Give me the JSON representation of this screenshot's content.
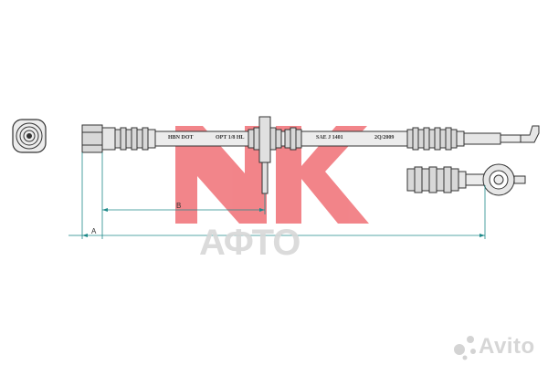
{
  "colors": {
    "logo_red": "#e8202a",
    "line": "#333333",
    "dimension_line": "#1f8a8a",
    "fitting_fill": "#d8d8d8",
    "hose_fill": "#ececec",
    "watermark": "#cfcfcf"
  },
  "logo": {
    "text": "NK",
    "watermark": "ΑΦΤΟ"
  },
  "hose_labels": [
    "HBN DOT",
    "OPT 1/8 HL",
    "SAE J 1401",
    "2Q/2009"
  ],
  "dimensions": {
    "a_label": "A",
    "b_label": "B"
  },
  "avito_watermark": {
    "text": "Avito",
    "icon": "avito-dots-icon"
  }
}
